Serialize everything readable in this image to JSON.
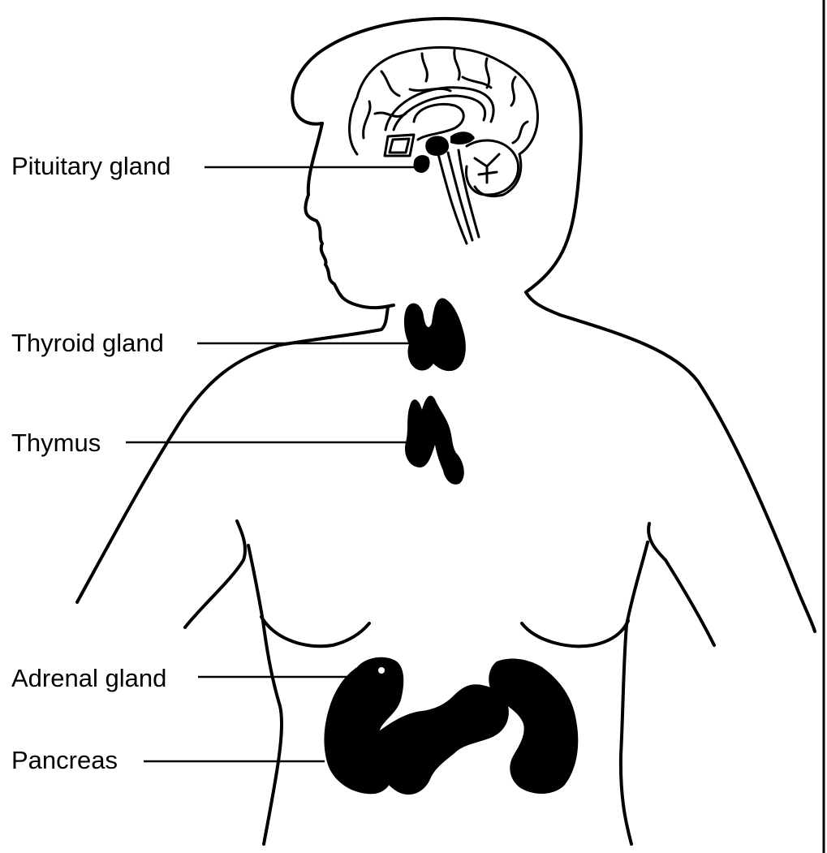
{
  "labels": {
    "pituitary": "Pituitary gland",
    "thyroid": "Thyroid gland",
    "thymus": "Thymus",
    "adrenal": "Adrenal gland",
    "pancreas": "Pancreas"
  },
  "colors": {
    "ink": "#000000",
    "background": "#ffffff"
  }
}
